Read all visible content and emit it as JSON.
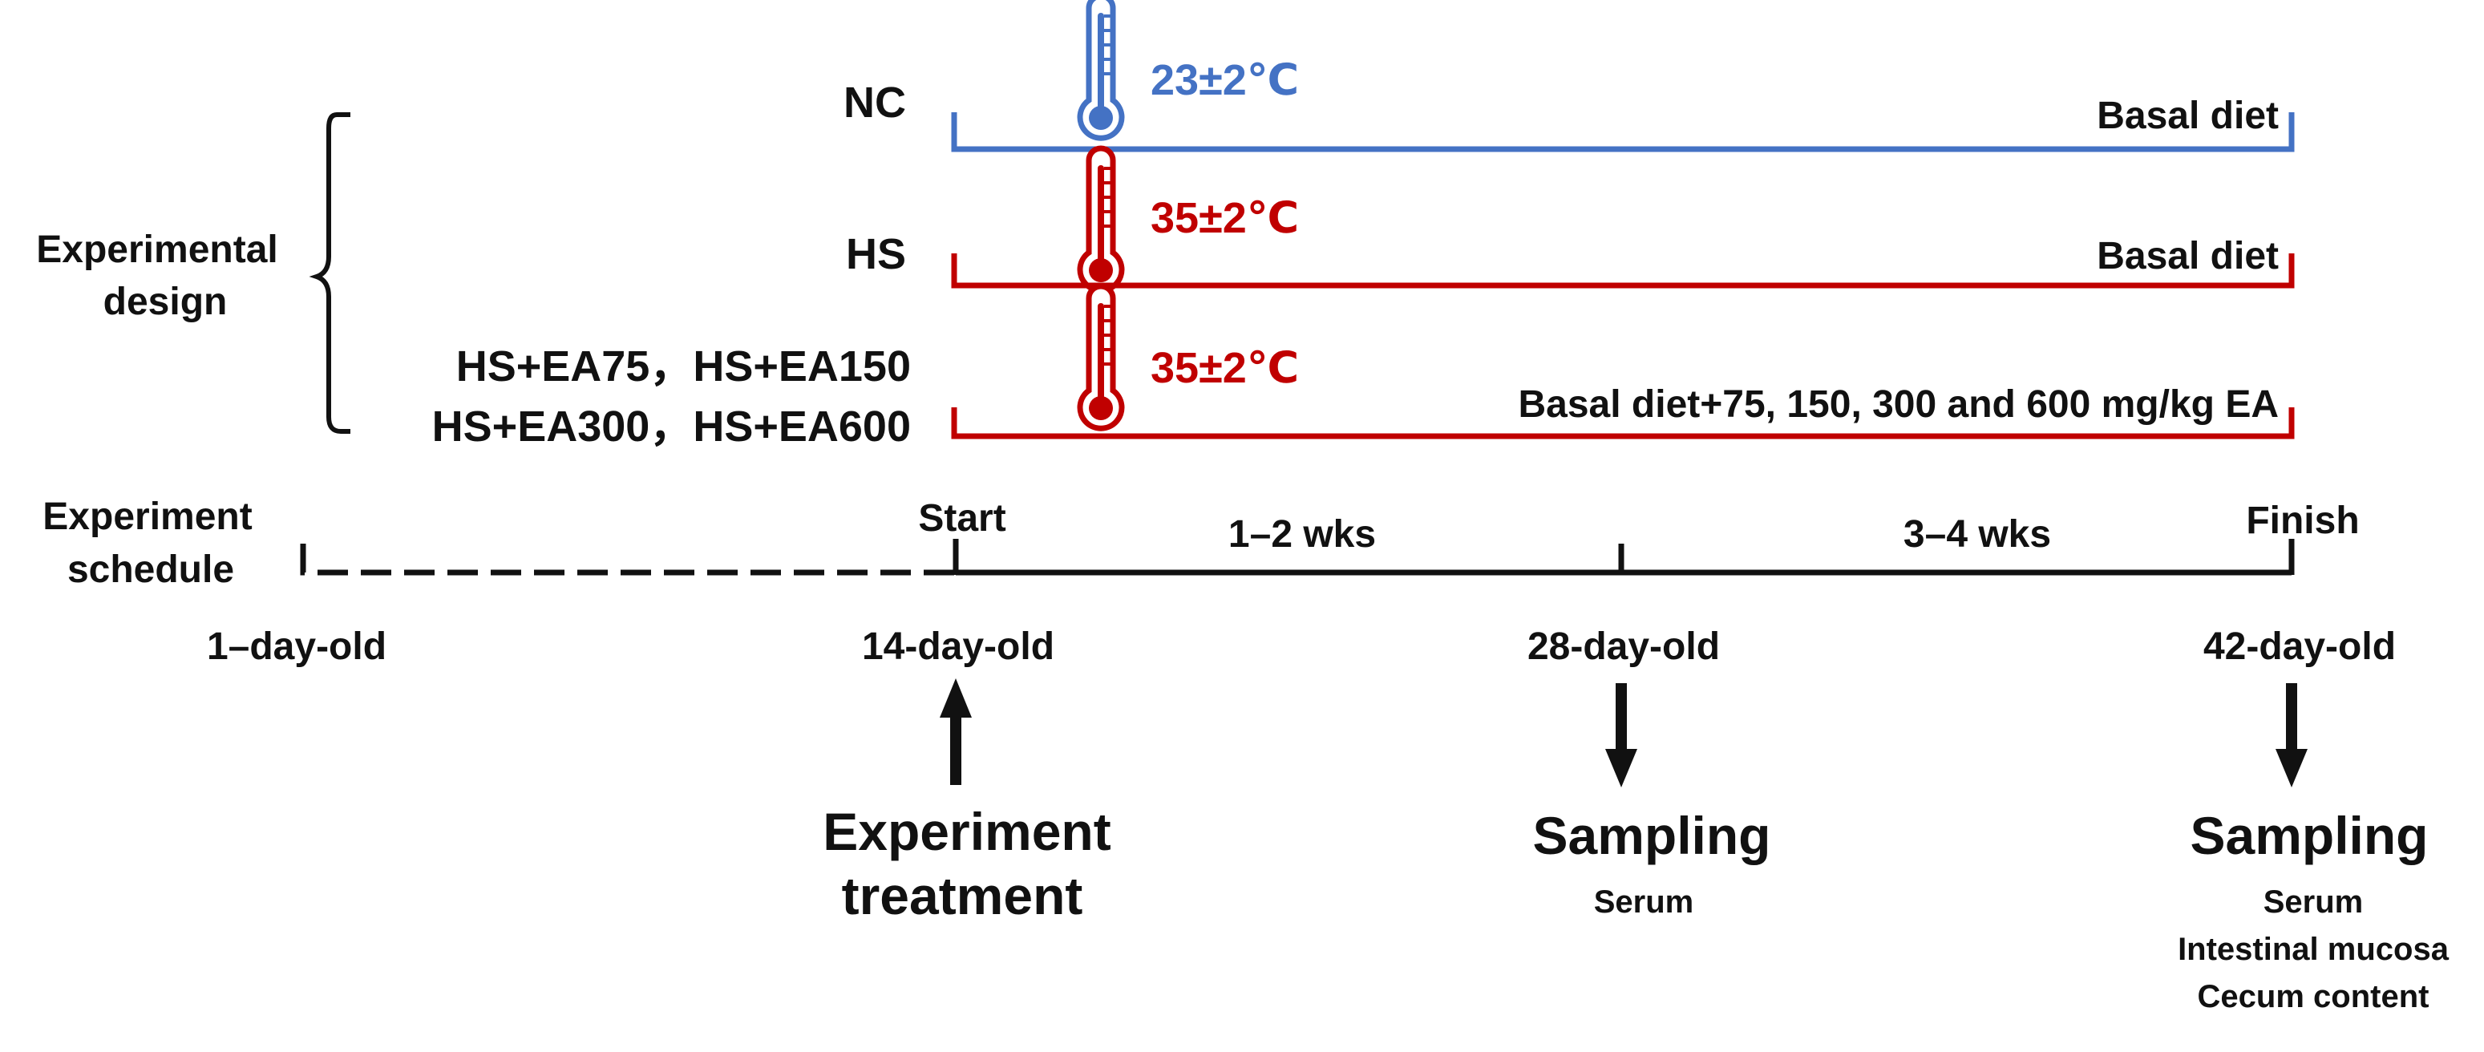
{
  "colors": {
    "nc": "#4472c4",
    "hs": "#c00000",
    "ink": "#111111"
  },
  "design": {
    "label_line1": "Experimental",
    "label_line2": "design",
    "groups": [
      {
        "name": "NC",
        "temp": "23±2℃",
        "diet": "Basal diet",
        "icon": "thermometer-icon"
      },
      {
        "name": "HS",
        "temp": "35±2℃",
        "diet": "Basal diet",
        "icon": "thermometer-icon"
      },
      {
        "name_line1": "HS+EA75，HS+EA150",
        "name_line2": "HS+EA300，HS+EA600",
        "temp": "35±2℃",
        "diet": "Basal diet+75, 150, 300 and 600 mg/kg EA",
        "icon": "thermometer-icon"
      }
    ]
  },
  "schedule": {
    "label_line1": "Experiment",
    "label_line2": "schedule",
    "start": "Start",
    "finish": "Finish",
    "period1": "1–2 wks",
    "period2": "3–4 wks",
    "ages": [
      "1–day-old",
      "14-day-old",
      "28-day-old",
      "42-day-old"
    ]
  },
  "events": {
    "treatment_line1": "Experiment",
    "treatment_line2": "treatment",
    "sampling1_title": "Sampling",
    "sampling1_items": [
      "Serum"
    ],
    "sampling2_title": "Sampling",
    "sampling2_items": [
      "Serum",
      "Intestinal mucosa",
      "Cecum content"
    ]
  }
}
